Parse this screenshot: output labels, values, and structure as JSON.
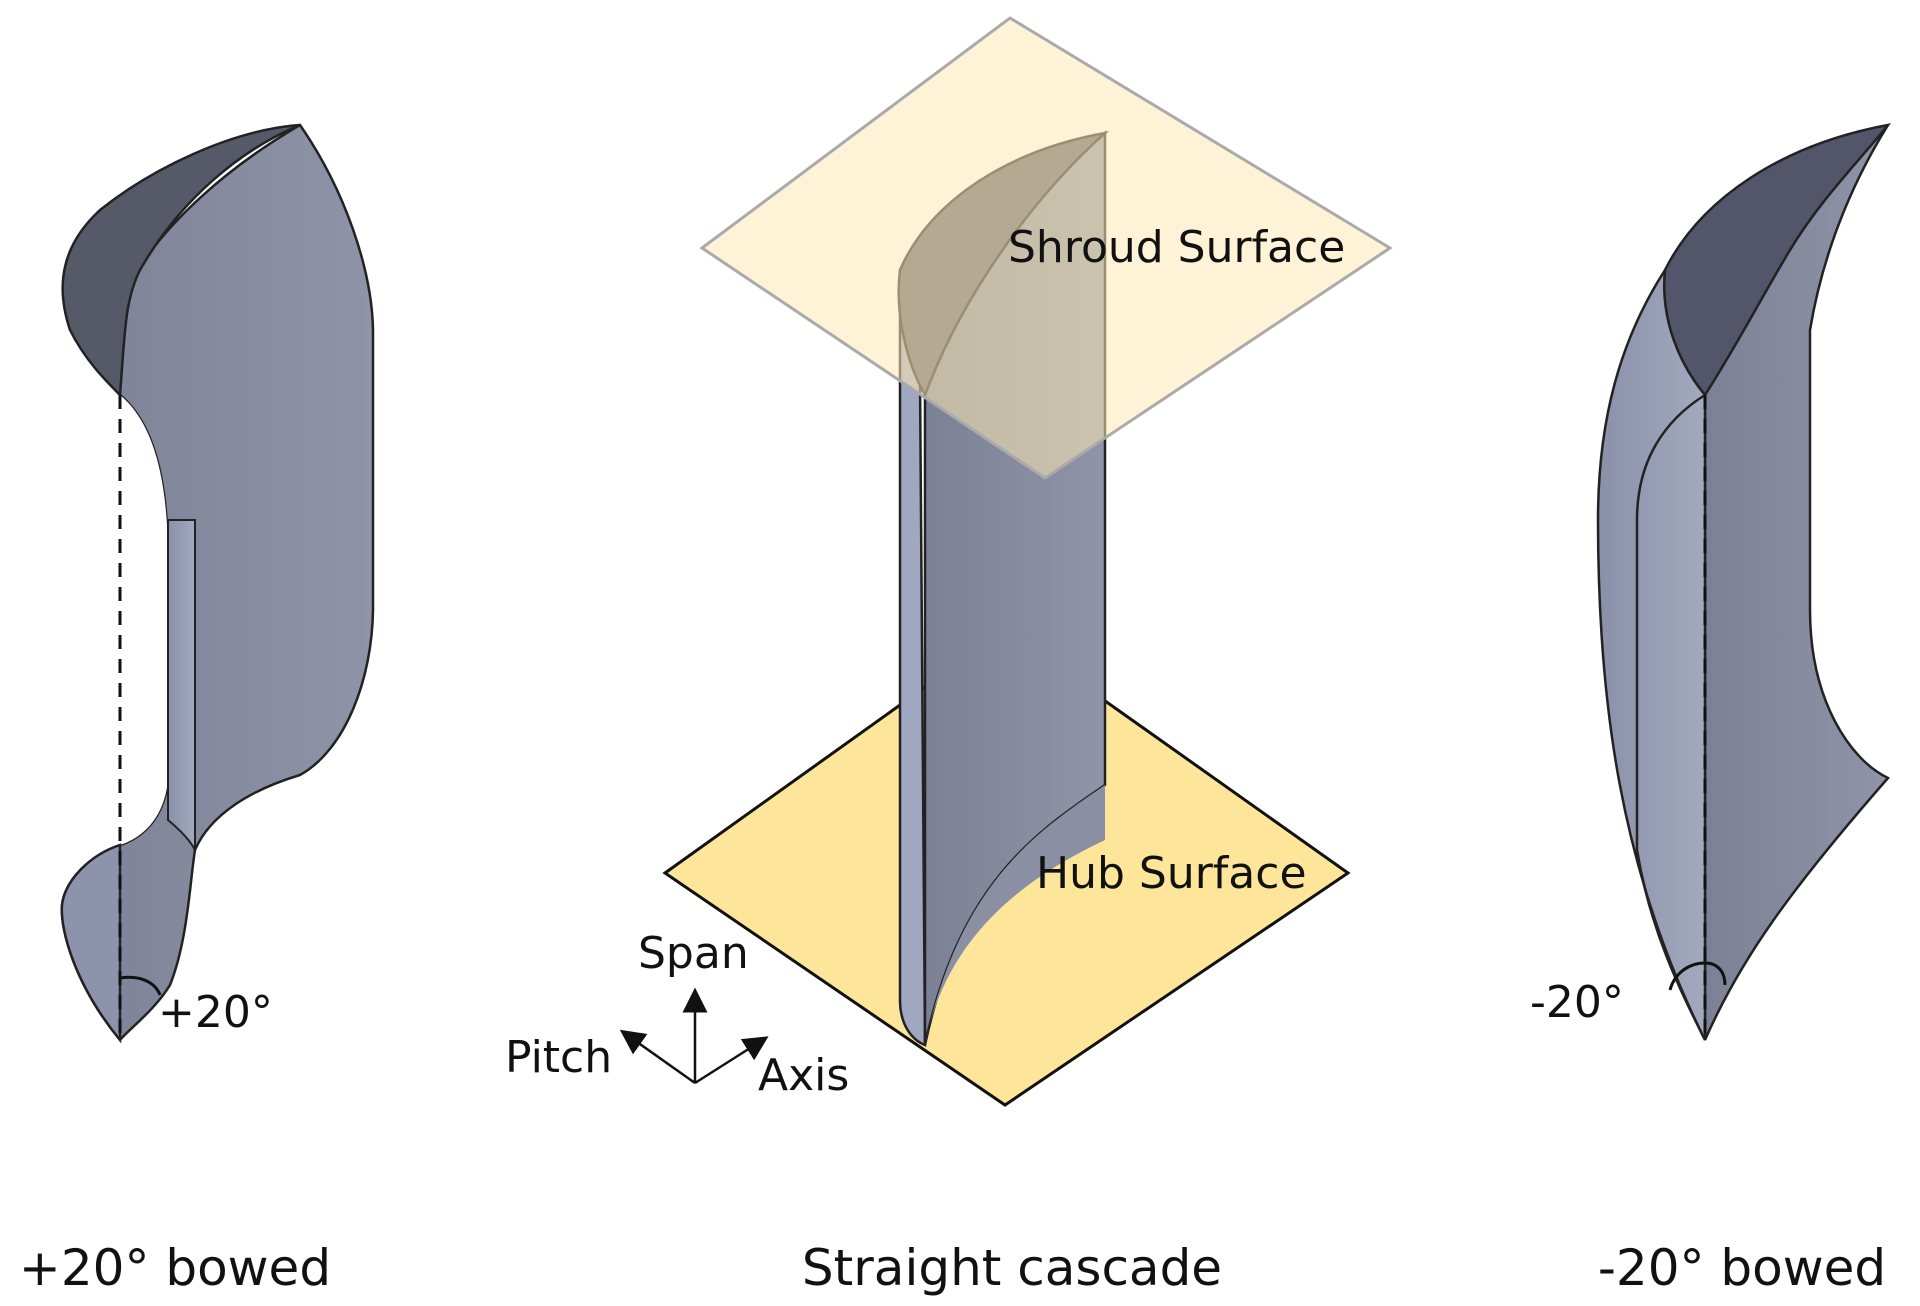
{
  "panels": {
    "left": {
      "caption": "+20° bowed",
      "angle_label": "+20°"
    },
    "center": {
      "caption": "Straight cascade",
      "shroud_label": "Shroud Surface",
      "hub_label": "Hub Surface",
      "axes": {
        "span": "Span",
        "pitch": "Pitch",
        "axis": "Axis"
      }
    },
    "right": {
      "caption": "-20° bowed",
      "angle_label": "-20°"
    }
  },
  "colors": {
    "blade_face": "#868b9e",
    "blade_side": "#9aa0b6",
    "blade_dark": "#4d505d",
    "hub_fill": "#fde59a",
    "shroud_fill": "#fdf0c8",
    "outline": "#222222"
  }
}
